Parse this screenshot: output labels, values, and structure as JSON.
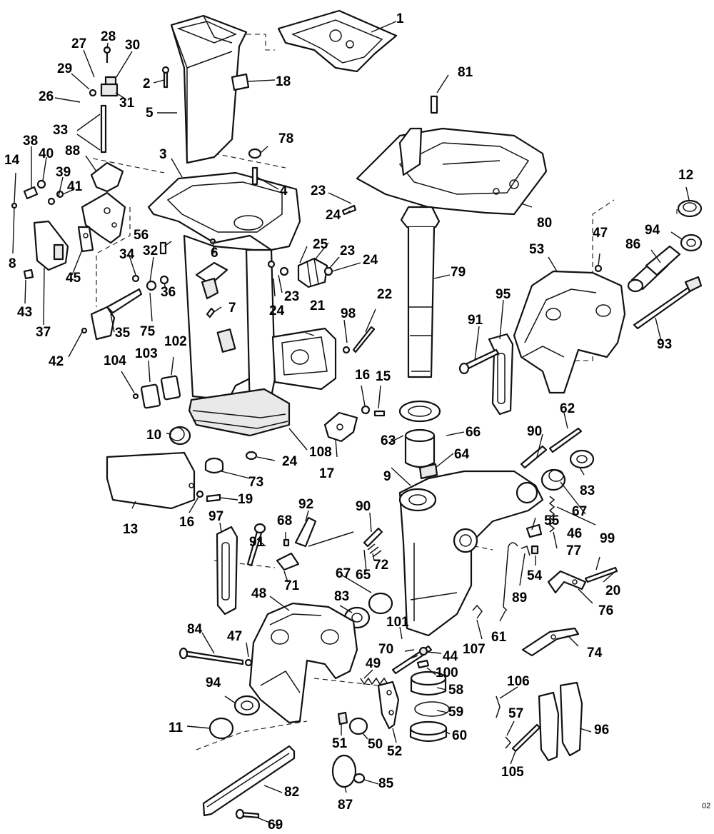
{
  "diagram": {
    "labels": [
      "1",
      "2",
      "3",
      "4",
      "5",
      "6",
      "7",
      "8",
      "9",
      "10",
      "11",
      "12",
      "13",
      "14",
      "15",
      "16",
      "16",
      "17",
      "18",
      "19",
      "20",
      "21",
      "22",
      "23",
      "23",
      "23",
      "24",
      "24",
      "24",
      "24",
      "25",
      "26",
      "27",
      "28",
      "29",
      "30",
      "31",
      "32",
      "33",
      "34",
      "35",
      "36",
      "37",
      "38",
      "39",
      "40",
      "41",
      "42",
      "43",
      "44",
      "45",
      "46",
      "47",
      "47",
      "48",
      "49",
      "50",
      "51",
      "52",
      "53",
      "54",
      "55",
      "56",
      "57",
      "58",
      "59",
      "60",
      "61",
      "62",
      "63",
      "64",
      "65",
      "66",
      "67",
      "67",
      "68",
      "69",
      "70",
      "71",
      "72",
      "73",
      "74",
      "75",
      "76",
      "77",
      "78",
      "79",
      "80",
      "81",
      "82",
      "83",
      "83",
      "84",
      "85",
      "86",
      "87",
      "88",
      "89",
      "90",
      "90",
      "91",
      "91",
      "92",
      "93",
      "94",
      "94",
      "95",
      "96",
      "97",
      "98",
      "99",
      "100",
      "101",
      "102",
      "103",
      "104",
      "105",
      "106",
      "107",
      "108"
    ],
    "corner_code": "02"
  }
}
